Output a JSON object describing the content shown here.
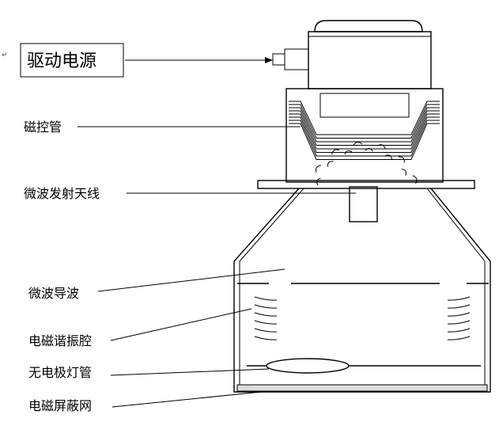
{
  "labels": {
    "power_supply": "驱动电源",
    "magnetron": "磁控管",
    "antenna": "微波发射天线",
    "waveguide": "微波导波",
    "resonant_cavity": "电磁谐振腔",
    "electrodeless_lamp": "无电极灯管",
    "shield_mesh": "电磁屏蔽网"
  },
  "para_mark": "↵"
}
